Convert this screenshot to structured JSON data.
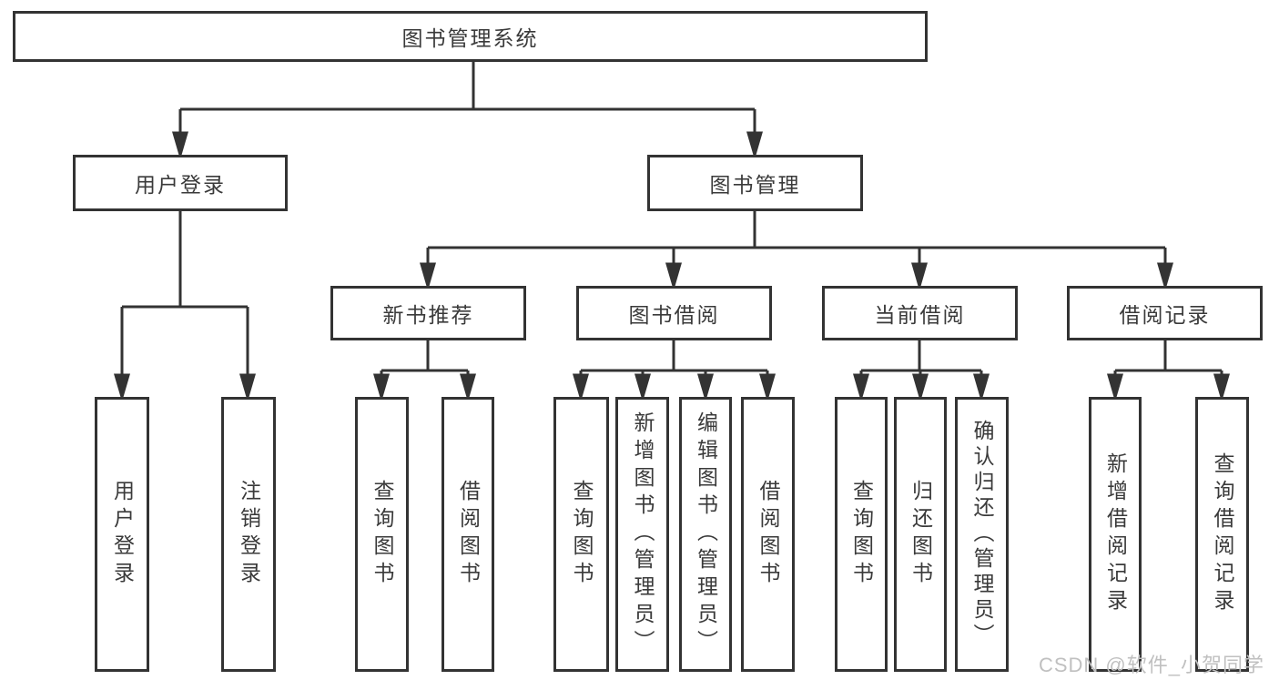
{
  "diagram": {
    "root": {
      "label": "图书管理系统",
      "children": [
        {
          "label": "用户登录",
          "children": [
            {
              "label": "用户登录"
            },
            {
              "label": "注销登录"
            }
          ]
        },
        {
          "label": "图书管理",
          "children": [
            {
              "label": "新书推荐",
              "children": [
                {
                  "label": "查询图书"
                },
                {
                  "label": "借阅图书"
                }
              ]
            },
            {
              "label": "图书借阅",
              "children": [
                {
                  "label": "查询图书"
                },
                {
                  "label": "新增图书（管理员）"
                },
                {
                  "label": "编辑图书（管理员）"
                },
                {
                  "label": "借阅图书"
                }
              ]
            },
            {
              "label": "当前借阅",
              "children": [
                {
                  "label": "查询图书"
                },
                {
                  "label": "归还图书"
                },
                {
                  "label": "确认归还（管理员）"
                }
              ]
            },
            {
              "label": "借阅记录",
              "children": [
                {
                  "label": "新增借阅记录"
                },
                {
                  "label": "查询借阅记录"
                }
              ]
            }
          ]
        }
      ]
    }
  },
  "watermark": {
    "text": "CSDN @软件_小贺同学"
  },
  "colors": {
    "line": "#333333",
    "text": "#3a3a3a",
    "background": "#ffffff",
    "watermark": "#c0c0c0"
  }
}
